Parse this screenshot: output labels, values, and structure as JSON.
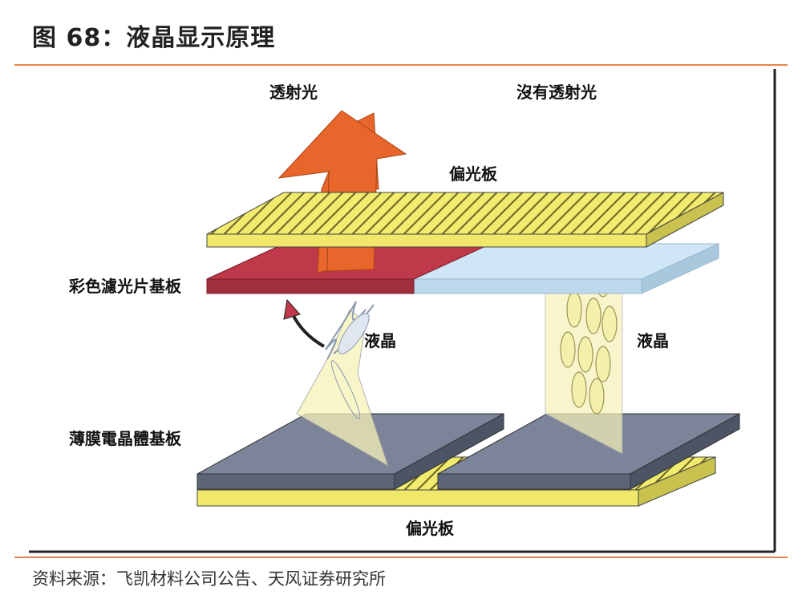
{
  "header": {
    "title": "图 68：液晶显示原理"
  },
  "diagram": {
    "labels": {
      "transmitted_light": "透射光",
      "no_transmitted_light": "沒有透射光",
      "polarizer_top": "偏光板",
      "color_filter_substrate": "彩色濾光片基板",
      "liquid_crystal_left": "液晶",
      "liquid_crystal_right": "液晶",
      "tft_substrate": "薄膜電晶體基板",
      "polarizer_bottom": "偏光板"
    },
    "colors": {
      "polarizer": "#f2ec6e",
      "filter_red": "#c0394a",
      "filter_blue": "#cfe6f6",
      "tft": "#7b8498",
      "arrow": "#e8652c",
      "liquid": "#f6f2b8",
      "accent": "#e8834a"
    }
  },
  "footer": {
    "source": "资料来源：飞凯材料公司公告、天风证券研究所"
  }
}
